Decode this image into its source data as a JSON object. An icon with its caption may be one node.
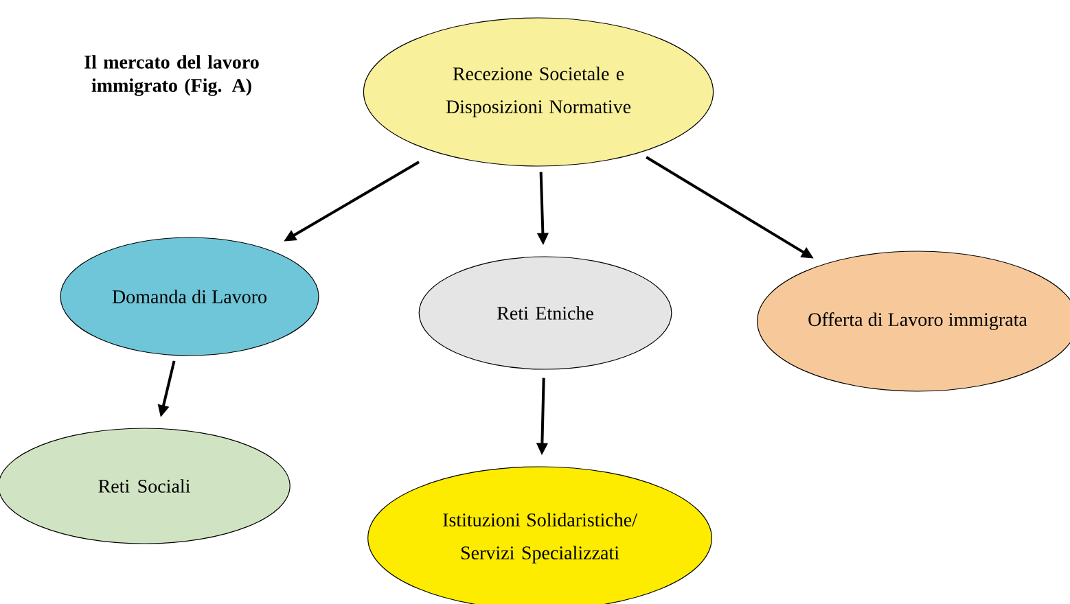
{
  "diagram": {
    "title": "Il mercato del lavoro immigrato (Fig. A)",
    "nodes": [
      {
        "text": [
          "Recezione Societale e Disposizioni Normative"
        ]
      },
      {
        "text": [
          "Domanda di Lavoro"
        ]
      },
      {
        "text": [
          "Reti Etniche"
        ]
      },
      {
        "text": [
          "Offerta di Lavoro immigrata"
        ]
      },
      {
        "text": [
          "Reti Sociali"
        ]
      },
      {
        "text": [
          "Istituzioni Solidaristiche/ Servizi Specializzati"
        ]
      }
    ],
    "edges": [
      {
        "from": 0,
        "to": 1,
        "arrow": "to"
      },
      {
        "from": 0,
        "to": 2,
        "arrow": "to"
      },
      {
        "from": 0,
        "to": 3,
        "arrow": "to"
      },
      {
        "from": 1,
        "to": 4,
        "arrow": "to"
      },
      {
        "from": 2,
        "to": 5,
        "arrow": "to"
      }
    ]
  }
}
